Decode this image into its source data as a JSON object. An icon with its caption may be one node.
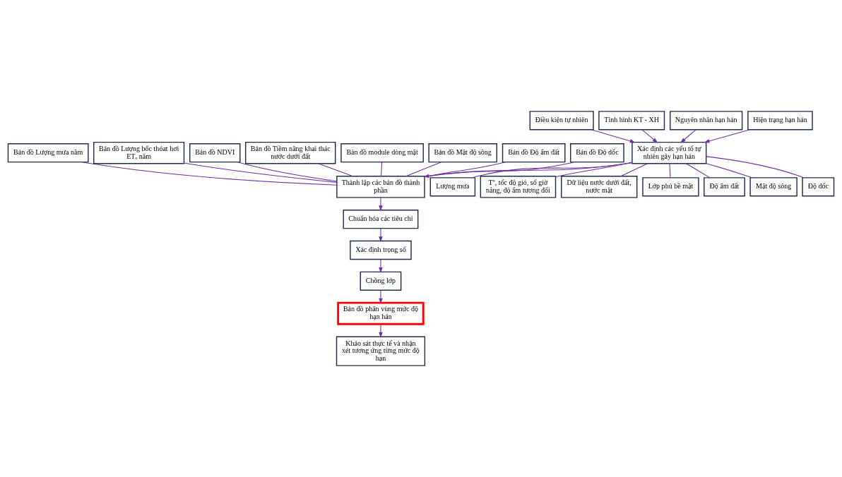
{
  "diagram": {
    "nodes": [
      {
        "text": [
          "Điều kiện tự nhiên"
        ]
      },
      {
        "text": [
          "Tình hình KT - XH"
        ]
      },
      {
        "text": [
          "Nguyên nhân hạn hán"
        ]
      },
      {
        "text": [
          "Hiện trạng hạn hán"
        ]
      },
      {
        "text": [
          "Xác định các yếu tố tự nhiên gây hạn hán"
        ]
      },
      {
        "text": [
          "Thành lập các bản đồ thành phần"
        ]
      },
      {
        "text": [
          "Chuẩn hóa các tiêu chí"
        ]
      },
      {
        "text": [
          "Xác định trọng số"
        ]
      },
      {
        "text": [
          "Chồng lớp"
        ]
      },
      {
        "text": [
          "Bản đồ phân vùng mức độ hạn hán"
        ]
      },
      {
        "text": [
          "Khảo sát thực tế và nhận xét tương ứng từng mức độ hạn"
        ]
      },
      {
        "text": [
          "Bản đồ Lượng mưa năm"
        ]
      },
      {
        "text": [
          "Bản đồ Lượng bốc thóat hơi ETₒ năm"
        ]
      },
      {
        "text": [
          "Bản đồ NDVI"
        ]
      },
      {
        "text": [
          "Bản đồ Tiềm năng khai thác nước dưới đất"
        ]
      },
      {
        "text": [
          "Bản đồ module dòng mặt"
        ]
      },
      {
        "text": [
          "Bản đồ Mật độ sông"
        ]
      },
      {
        "text": [
          "Bản đồ Độ ẩm đất"
        ]
      },
      {
        "text": [
          "Bản đồ Độ dốc"
        ]
      },
      {
        "text": [
          "Lượng mưa"
        ]
      },
      {
        "text": [
          "Tº, tốc độ gió, số giờ nắng, độ ẩm tương đối"
        ]
      },
      {
        "text": [
          "Dữ liệu nước dưới đất, nước mặt"
        ]
      },
      {
        "text": [
          "Lớp phủ bề mặt"
        ]
      },
      {
        "text": [
          "Độ ẩm đất"
        ]
      },
      {
        "text": [
          "Mật độ sông"
        ]
      },
      {
        "text": [
          "Độ dốc"
        ]
      }
    ],
    "edges": [
      {
        "from": 0,
        "to": 4,
        "arrow": "to"
      },
      {
        "from": 1,
        "to": 4,
        "arrow": "to"
      },
      {
        "from": 2,
        "to": 4,
        "arrow": "to"
      },
      {
        "from": 3,
        "to": 4,
        "arrow": "to"
      },
      {
        "from": 4,
        "to": 5,
        "arrow": "to"
      },
      {
        "from": 5,
        "to": 6,
        "arrow": "to"
      },
      {
        "from": 6,
        "to": 7,
        "arrow": "to"
      },
      {
        "from": 7,
        "to": 8,
        "arrow": "to"
      },
      {
        "from": 8,
        "to": 9,
        "arrow": "to"
      },
      {
        "from": 9,
        "to": 10,
        "arrow": "to"
      },
      {
        "from": 11,
        "to": 5,
        "arrow": "none"
      },
      {
        "from": 12,
        "to": 5,
        "arrow": "none"
      },
      {
        "from": 13,
        "to": 5,
        "arrow": "none"
      },
      {
        "from": 14,
        "to": 5,
        "arrow": "none"
      },
      {
        "from": 15,
        "to": 5,
        "arrow": "none"
      },
      {
        "from": 16,
        "to": 5,
        "arrow": "none"
      },
      {
        "from": 17,
        "to": 5,
        "arrow": "none"
      },
      {
        "from": 18,
        "to": 5,
        "arrow": "none"
      },
      {
        "from": 4,
        "to": 19,
        "arrow": "none"
      },
      {
        "from": 4,
        "to": 20,
        "arrow": "none"
      },
      {
        "from": 4,
        "to": 21,
        "arrow": "none"
      },
      {
        "from": 4,
        "to": 22,
        "arrow": "none"
      },
      {
        "from": 4,
        "to": 23,
        "arrow": "none"
      },
      {
        "from": 4,
        "to": 24,
        "arrow": "none"
      },
      {
        "from": 4,
        "to": 25,
        "arrow": "none"
      }
    ]
  }
}
